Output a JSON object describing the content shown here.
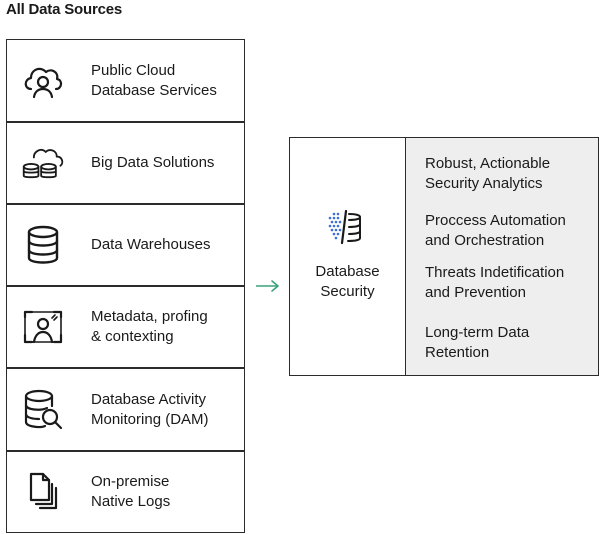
{
  "title": "All Data Sources",
  "sources": [
    {
      "label": "Public Cloud\nDatabase Services",
      "icon": "cloud-user-icon"
    },
    {
      "label": "Big Data Solutions",
      "icon": "cloud-databases-icon"
    },
    {
      "label": "Data Warehouses",
      "icon": "database-icon"
    },
    {
      "label": "Metadata, profing\n& contexting",
      "icon": "profile-frame-icon"
    },
    {
      "label": "Database Activity\nMonitoring (DAM)",
      "icon": "database-search-icon"
    },
    {
      "label": "On-premise\nNative Logs",
      "icon": "documents-icon"
    }
  ],
  "target": {
    "label": "Database\nSecurity",
    "icon": "database-security-icon",
    "capabilities": [
      "Robust, Actionable\nSecurity Analytics",
      "Proccess Automation\nand Orchestration",
      "Threats Indetification\nand Prevention",
      "Long-term Data\nRetention"
    ]
  },
  "colors": {
    "arrow": "#3aa37a",
    "accent_dots": "#3b6fd6",
    "border": "#2b2b2b",
    "panel": "#eeeeee"
  }
}
